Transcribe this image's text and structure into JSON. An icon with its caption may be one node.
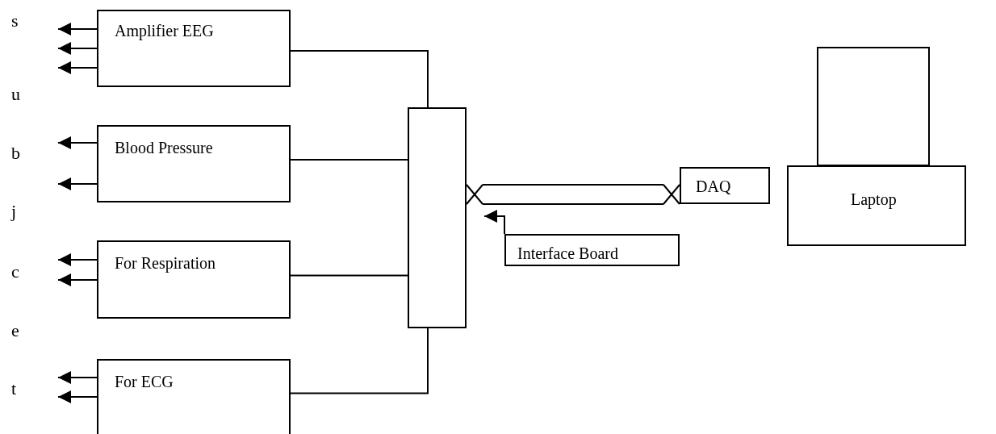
{
  "diagram": {
    "nodes": [
      {
        "text": [
          "Amplifier EEG"
        ]
      },
      {
        "text": [
          "Blood Pressure"
        ]
      },
      {
        "text": [
          "For Respiration"
        ]
      },
      {
        "text": [
          "For ECG"
        ]
      },
      {
        "text": [],
        "shape": "box"
      },
      {
        "text": [
          "DAQ"
        ]
      },
      {
        "text": [],
        "shape": "box"
      },
      {
        "text": [
          "Laptop"
        ]
      },
      {
        "text": [
          "Interface Board"
        ]
      }
    ],
    "edges": [
      {
        "from": 0,
        "to": null,
        "arrow": "to"
      },
      {
        "from": 0,
        "to": null,
        "arrow": "to"
      },
      {
        "from": 0,
        "to": null,
        "arrow": "to"
      },
      {
        "from": 1,
        "to": null,
        "arrow": "to"
      },
      {
        "from": 1,
        "to": null,
        "arrow": "to"
      },
      {
        "from": 2,
        "to": null,
        "arrow": "to"
      },
      {
        "from": 2,
        "to": null,
        "arrow": "to"
      },
      {
        "from": 3,
        "to": null,
        "arrow": "to"
      },
      {
        "from": 3,
        "to": null,
        "arrow": "to"
      },
      {
        "from": 0,
        "to": 4,
        "arrow": "none"
      },
      {
        "from": 1,
        "to": 4,
        "arrow": "none"
      },
      {
        "from": 2,
        "to": 4,
        "arrow": "none"
      },
      {
        "from": 3,
        "to": 4,
        "arrow": "none"
      },
      {
        "from": 4,
        "to": 5,
        "arrow": "none"
      },
      {
        "from": 8,
        "to": 4,
        "arrow": "to"
      }
    ],
    "labels": [
      "s",
      "u",
      "b",
      "j",
      "c",
      "e",
      "t"
    ]
  }
}
